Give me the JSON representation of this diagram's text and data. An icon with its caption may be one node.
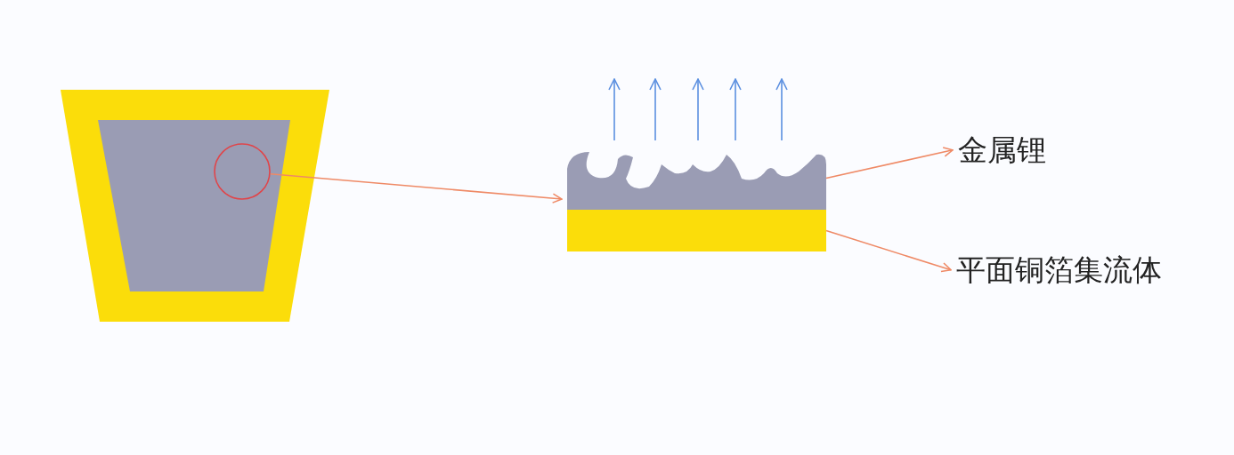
{
  "diagram": {
    "nodes": [
      {
        "text": [],
        "shape": "picture"
      },
      {
        "text": [],
        "shape": "circle",
        "in": 0
      },
      {
        "text": [],
        "shape": "picture"
      },
      {
        "text": [],
        "shape": "box",
        "in": 2
      },
      {
        "text": [],
        "shape": "box",
        "in": 2
      },
      {
        "text": [
          "金属锂"
        ]
      },
      {
        "text": [
          "平面铜箔集流体"
        ]
      }
    ],
    "edges": [
      {
        "from": 1,
        "to": 2,
        "arrow": "to"
      },
      {
        "from": 3,
        "to": 5,
        "arrow": "to"
      },
      {
        "from": 4,
        "to": 6,
        "arrow": "to"
      }
    ]
  }
}
